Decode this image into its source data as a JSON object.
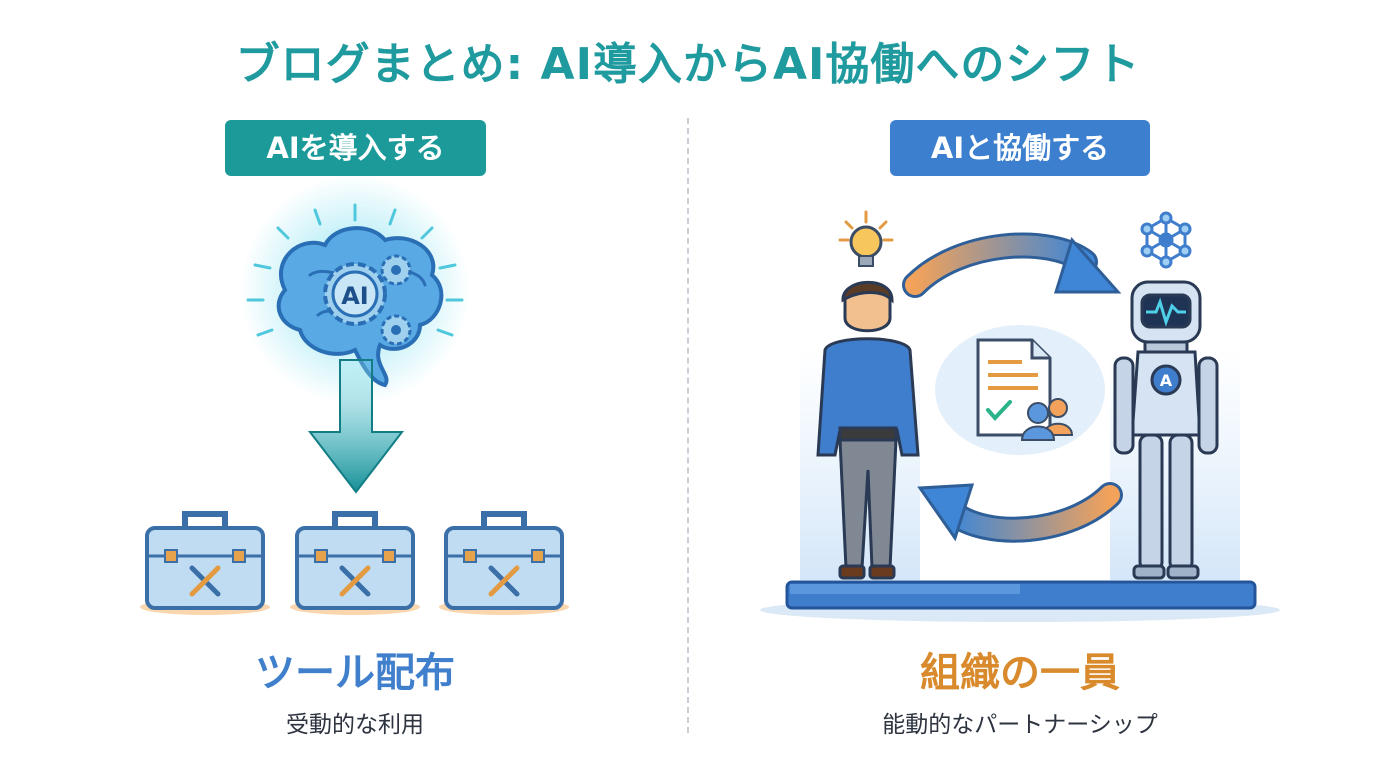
{
  "title": "ブログまとめ: AI導入からAI協働へのシフト",
  "left": {
    "heading": "AIを導入する",
    "brain_label": "AI",
    "caption": "ツール配布",
    "subcaption": "受動的な利用",
    "icons": [
      "brain-icon",
      "gear-icon",
      "arrow-down-icon",
      "toolbox-icon",
      "wrench-screwdriver-icon"
    ]
  },
  "right": {
    "heading": "AIと協働する",
    "robot_badge": "A",
    "caption": "組織の一員",
    "subcaption": "能動的なパートナーシップ",
    "icons": [
      "lightbulb-icon",
      "network-icon",
      "person-icon",
      "robot-icon",
      "document-icon",
      "team-icon",
      "cycle-arrow-icon"
    ]
  },
  "colors": {
    "title": "#1f9a9e",
    "left_accent": "#1c9a9a",
    "right_accent": "#3c7fcf",
    "left_caption": "#3f7fcb",
    "right_caption": "#d98a2c"
  }
}
